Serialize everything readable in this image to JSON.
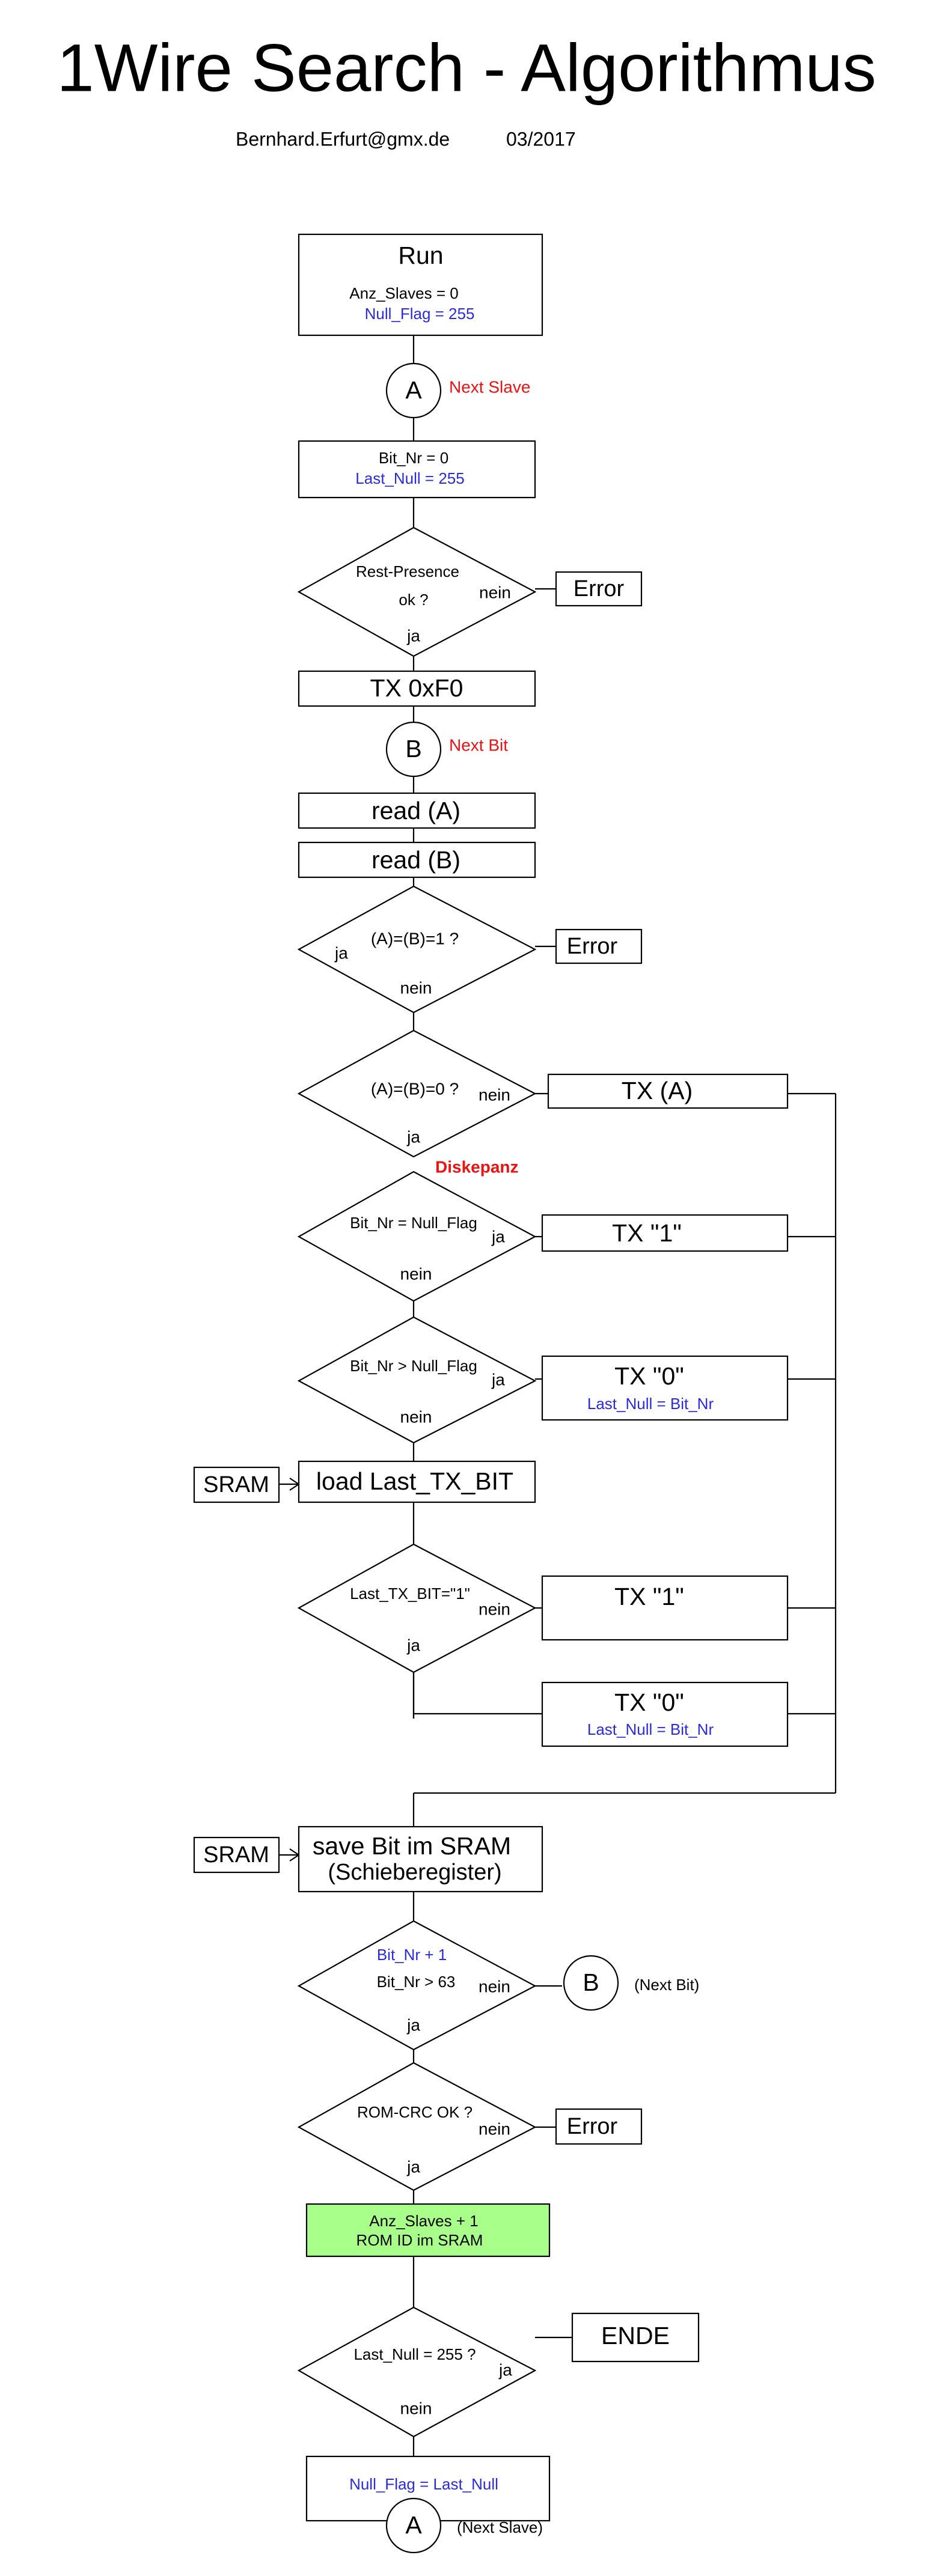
{
  "header": {
    "title": "1Wire Search - Algorithmus",
    "author": "Bernhard.Erfurt@gmx.de",
    "date": "03/2017"
  },
  "nodes": {
    "run": {
      "title": "Run",
      "line1": "Anz_Slaves = 0",
      "line2": "Null_Flag = 255"
    },
    "conn_a_top": {
      "label": "A",
      "note": "Next Slave"
    },
    "init_bits": {
      "line1": "Bit_Nr = 0",
      "line2": "Last_Null = 255"
    },
    "reset_presence": {
      "line1": "Rest-Presence",
      "line2": "ok ?",
      "no": "nein",
      "yes": "ja"
    },
    "error1": {
      "label": "Error"
    },
    "tx_f0": {
      "label": "TX 0xF0"
    },
    "conn_b_top": {
      "label": "B",
      "note": "Next Bit"
    },
    "read_a": {
      "label": "read (A)"
    },
    "read_b": {
      "label": "read (B)"
    },
    "dec_ab1": {
      "label": "(A)=(B)=1 ?",
      "yes": "ja",
      "no": "nein"
    },
    "error2": {
      "label": "Error"
    },
    "dec_ab0": {
      "label": "(A)=(B)=0 ?",
      "no": "nein",
      "yes": "ja"
    },
    "tx_a": {
      "label": "TX (A)"
    },
    "diskrepanz": {
      "label": "Diskepanz"
    },
    "dec_eq": {
      "label": "Bit_Nr = Null_Flag",
      "yes": "ja",
      "no": "nein"
    },
    "tx_1a": {
      "label": "TX \"1\""
    },
    "dec_gt": {
      "label": "Bit_Nr > Null_Flag",
      "yes": "ja",
      "no": "nein"
    },
    "tx_0a": {
      "label": "TX \"0\"",
      "sub": "Last_Null = Bit_Nr"
    },
    "sram1": {
      "label": "SRAM"
    },
    "load_last": {
      "label": "load Last_TX_BIT"
    },
    "dec_last": {
      "label": "Last_TX_BIT=\"1\"",
      "no": "nein",
      "yes": "ja"
    },
    "tx_1b": {
      "label": "TX \"1\""
    },
    "tx_0b": {
      "label": "TX \"0\"",
      "sub": "Last_Null = Bit_Nr"
    },
    "sram2": {
      "label": "SRAM"
    },
    "save_bit": {
      "line1": "save Bit im SRAM",
      "line2": "(Schieberegister)"
    },
    "dec_bitnr": {
      "line1": "Bit_Nr + 1",
      "line2": "Bit_Nr > 63",
      "no": "nein",
      "yes": "ja"
    },
    "conn_b_bottom": {
      "label": "B",
      "note": "(Next Bit)"
    },
    "dec_crc": {
      "label": "ROM-CRC OK ?",
      "no": "nein",
      "yes": "ja"
    },
    "error3": {
      "label": "Error"
    },
    "store_rom": {
      "line1": "Anz_Slaves + 1",
      "line2": "ROM ID im SRAM"
    },
    "dec_lastnull": {
      "label": "Last_Null = 255 ?",
      "yes": "ja",
      "no": "nein"
    },
    "ende": {
      "label": "ENDE"
    },
    "set_flag": {
      "label": "Null_Flag = Last_Null"
    },
    "conn_a_bottom": {
      "label": "A",
      "note": "(Next Slave)"
    }
  },
  "colors": {
    "line": "#000000",
    "blue_text": "#2a2adf",
    "red_text": "#ee1111",
    "green_fill": "#a8ff8a"
  }
}
